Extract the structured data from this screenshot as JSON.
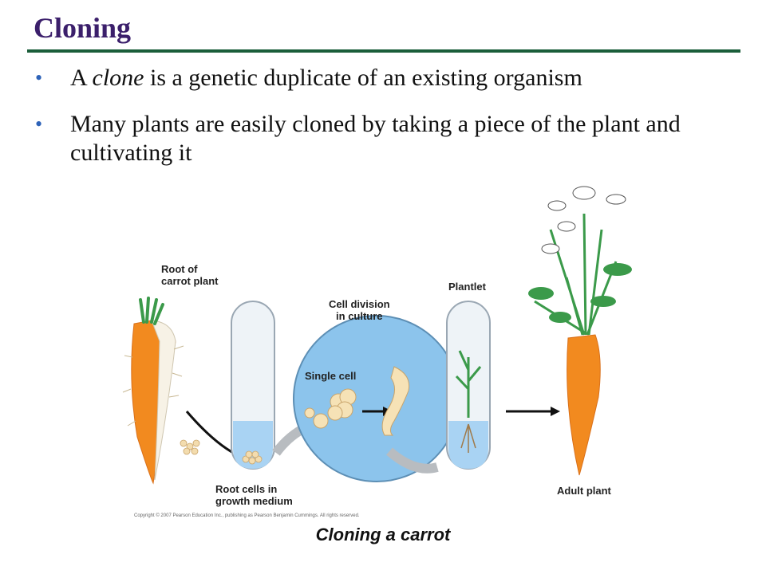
{
  "slide": {
    "title": "Cloning",
    "bullets": [
      {
        "pre": "A ",
        "em": "clone",
        "post": " is a genetic duplicate of an existing organism"
      },
      {
        "pre": "Many plants are easily cloned by taking a piece of the plant and cultivating it",
        "em": "",
        "post": ""
      }
    ]
  },
  "figure": {
    "labels": {
      "root": [
        "Root of",
        "carrot plant"
      ],
      "division": [
        "Cell division",
        "in culture"
      ],
      "single_cell": "Single cell",
      "plantlet": "Plantlet",
      "root_cells": [
        "Root cells in",
        "growth medium"
      ],
      "adult": "Adult plant"
    },
    "copyright": "Copyright © 2007 Pearson Education Inc., publishing as Pearson Benjamin Cummings. All rights reserved.",
    "caption": "Cloning a carrot",
    "colors": {
      "carrot": "#f28a1f",
      "root_white": "#f7f2e6",
      "leaf": "#3b9a4a",
      "circle": "#8cc4ec",
      "liquid": "#a9d3f3",
      "title": "#3b1f6b",
      "rule": "#1b5e3a"
    }
  }
}
